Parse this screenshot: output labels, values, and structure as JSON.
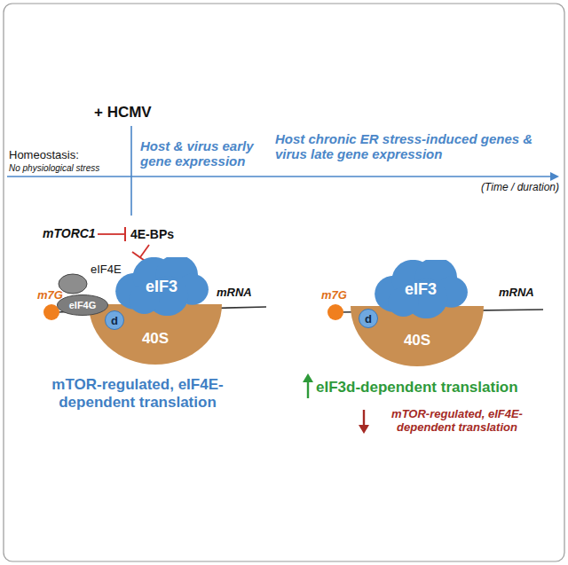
{
  "diagram": {
    "nodes": [
      {
        "text": [
          "40S"
        ]
      },
      {
        "text": [
          "eIF3"
        ]
      },
      {
        "text": [
          "eIF4G"
        ]
      },
      {
        "text": [
          "d"
        ]
      },
      {
        "text": [
          "40S"
        ]
      },
      {
        "text": [
          "eIF3"
        ]
      },
      {
        "text": [
          "d"
        ]
      }
    ],
    "labels": [
      "+ HCMV",
      "Homeostasis:",
      "No physiological stress",
      "Host & virus early gene expression",
      "Host chronic ER stress-induced genes & virus late gene expression",
      "(Time / duration)",
      "mTORC1",
      "4E-BPs",
      "eIF4E",
      "m7G",
      "mRNA",
      "mTOR-regulated, eIF4E-dependent translation",
      "m7G",
      "mRNA",
      "eIF3d-dependent translation",
      "mTOR-regulated, eIF4E-dependent translation"
    ]
  }
}
